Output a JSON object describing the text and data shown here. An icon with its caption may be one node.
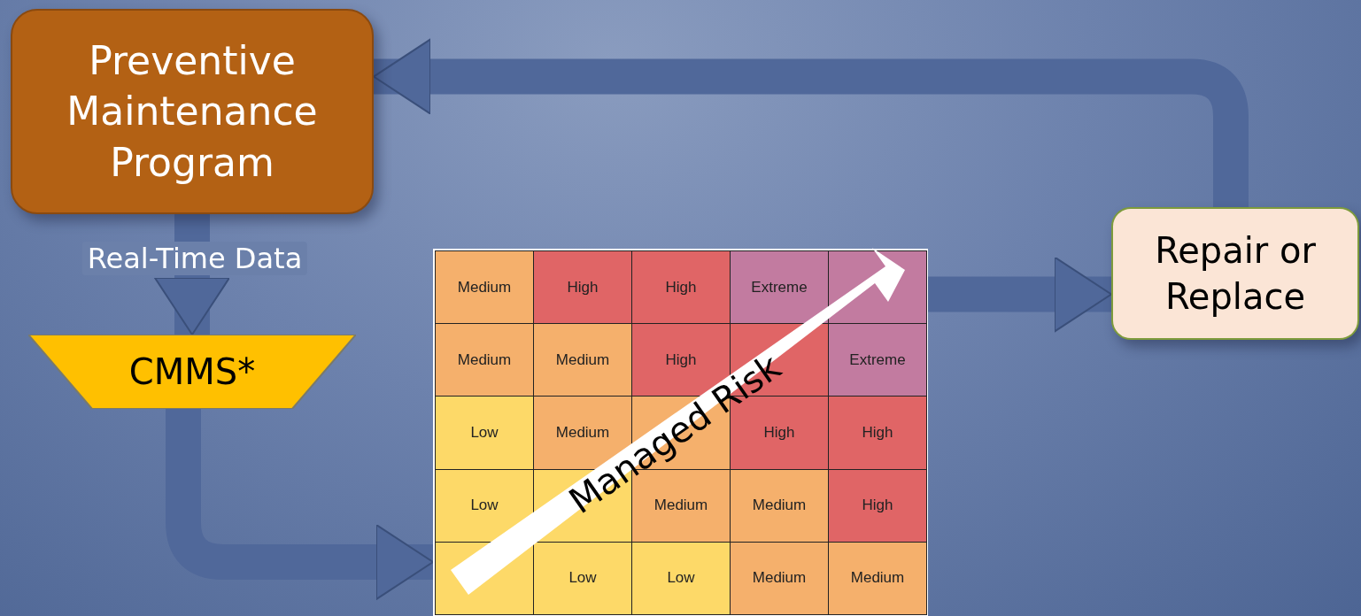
{
  "diagram": {
    "nodes": [
      {
        "text": [
          "Preventive Maintenance Program"
        ]
      },
      {
        "text": [
          "CMMS*"
        ]
      },
      {
        "text": [],
        "shape": "box"
      },
      {
        "text": [
          "Repair or Replace"
        ]
      }
    ],
    "edges": [
      {
        "from": 0,
        "to": 1,
        "arrow": "to",
        "label": "Real-Time Data"
      },
      {
        "from": 1,
        "to": 2,
        "arrow": "to"
      },
      {
        "from": 2,
        "to": 3,
        "arrow": "to"
      },
      {
        "from": 3,
        "to": 0,
        "arrow": "to"
      }
    ],
    "labels": [
      "Medium",
      "High",
      "High",
      "Extreme",
      "Medium",
      "Medium",
      "High",
      "Extreme",
      "Low",
      "Medium",
      "High",
      "High",
      "Low",
      "Medium",
      "Medium",
      "High",
      "Low",
      "Low",
      "Medium",
      "Medium",
      "Managed Risk"
    ]
  }
}
